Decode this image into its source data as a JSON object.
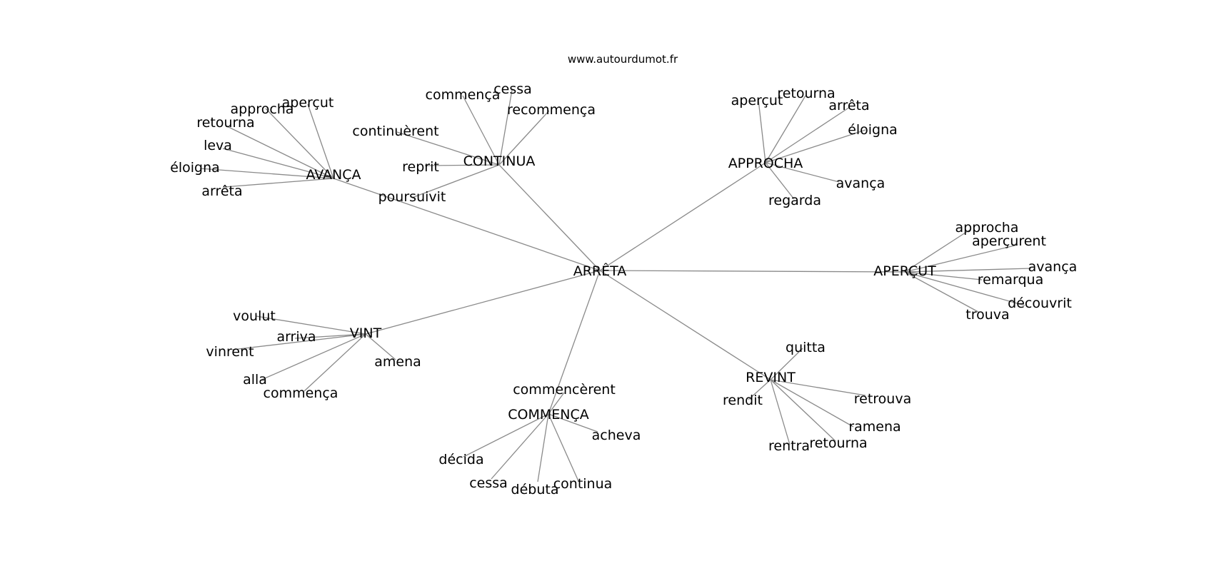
{
  "site_label": "www.autourdumot.fr",
  "root": "ARRÊTA",
  "clusters": [
    {
      "hub": "AVANÇA",
      "leaves": [
        "approcha",
        "aperçut",
        "retourna",
        "leva",
        "éloigna",
        "arrêta"
      ]
    },
    {
      "hub": "CONTINUA",
      "leaves": [
        "commença",
        "cessa",
        "recommença",
        "continuèrent",
        "reprit",
        "poursuivit"
      ]
    },
    {
      "hub": "APPROCHA",
      "leaves": [
        "aperçut",
        "retourna",
        "arrêta",
        "éloigna",
        "avança",
        "regarda"
      ]
    },
    {
      "hub": "APERÇUT",
      "leaves": [
        "approcha",
        "aperçurent",
        "avança",
        "remarqua",
        "découvrit",
        "trouva"
      ]
    },
    {
      "hub": "VINT",
      "leaves": [
        "voulut",
        "arriva",
        "vinrent",
        "alla",
        "commença",
        "amena"
      ]
    },
    {
      "hub": "COMMENÇA",
      "leaves": [
        "commencèrent",
        "acheva",
        "décida",
        "cessa",
        "débuta",
        "continua"
      ]
    },
    {
      "hub": "REVINT",
      "leaves": [
        "quitta",
        "rendit",
        "retrouva",
        "ramena",
        "rentra",
        "retourna"
      ]
    }
  ]
}
